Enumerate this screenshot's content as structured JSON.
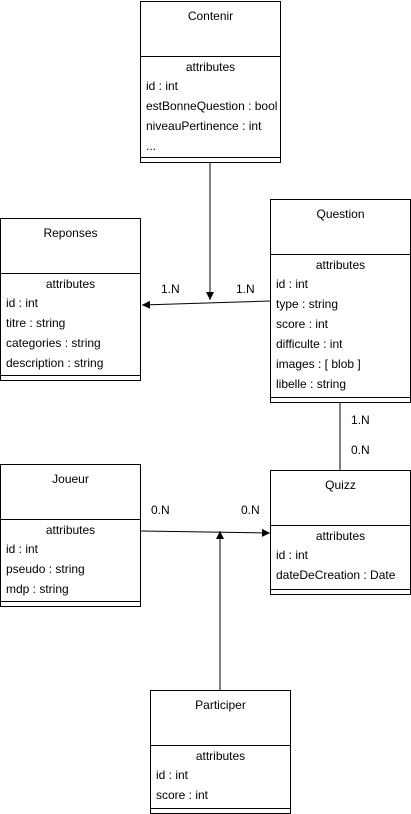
{
  "entities": {
    "contenir": {
      "name": "Contenir",
      "section": "attributes",
      "attrs": [
        "id : int",
        "estBonneQuestion : bool",
        "niveauPertinence : int",
        "..."
      ]
    },
    "reponses": {
      "name": "Reponses",
      "section": "attributes",
      "attrs": [
        "id : int",
        "titre : string",
        "categories : string",
        "description : string"
      ]
    },
    "question": {
      "name": "Question",
      "section": "attributes",
      "attrs": [
        "id : int",
        "type : string",
        "score : int",
        "difficulte : int",
        "images : [ blob ]",
        "libelle : string"
      ]
    },
    "joueur": {
      "name": "Joueur",
      "section": "attributes",
      "attrs": [
        "id : int",
        "pseudo : string",
        "mdp : string"
      ]
    },
    "quizz": {
      "name": "Quizz",
      "section": "attributes",
      "attrs": [
        "id : int",
        "dateDeCreation : Date"
      ]
    },
    "participer": {
      "name": "Participer",
      "section": "attributes",
      "attrs": [
        "id : int",
        "score : int"
      ]
    }
  },
  "cardinalities": {
    "reponses_side": "1.N",
    "question_side": "1.N",
    "question_quizz_top": "1.N",
    "question_quizz_bottom": "0.N",
    "joueur_side": "0.N",
    "quizz_side": "0.N"
  }
}
